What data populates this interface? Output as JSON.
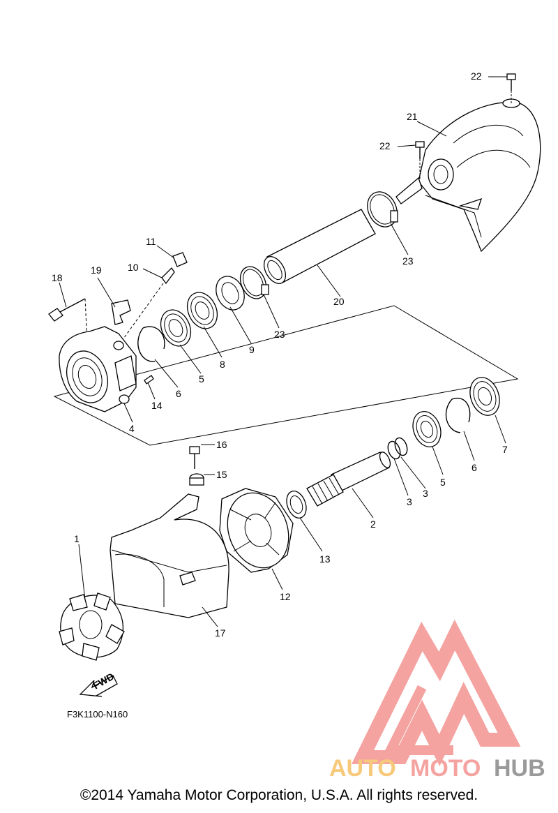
{
  "diagram": {
    "callouts": {
      "c1": "1",
      "c2": "2",
      "c3a": "3",
      "c3b": "3",
      "c4": "4",
      "c5a": "5",
      "c5b": "5",
      "c6a": "6",
      "c6b": "6",
      "c7": "7",
      "c8": "8",
      "c9": "9",
      "c10": "10",
      "c11": "11",
      "c12": "12",
      "c13": "13",
      "c14": "14",
      "c15": "15",
      "c16": "16",
      "c17": "17",
      "c18": "18",
      "c19": "19",
      "c20": "20",
      "c21": "21",
      "c22a": "22",
      "c22b": "22",
      "c23a": "23",
      "c23b": "23"
    },
    "fwd_label": "FWD",
    "figure_code": "F3K1100-N160"
  },
  "watermark": {
    "brand_auto": "AUTO",
    "brand_moto": "MOTO",
    "brand_hub": "HUB",
    "colors": {
      "logo": "#f4a3a0",
      "auto": "#f7c97a",
      "moto": "#f4a3a0",
      "hub": "#9a9a9a"
    }
  },
  "footer": {
    "copyright": "©2014 Yamaha Motor Corporation, U.S.A. All rights reserved."
  }
}
